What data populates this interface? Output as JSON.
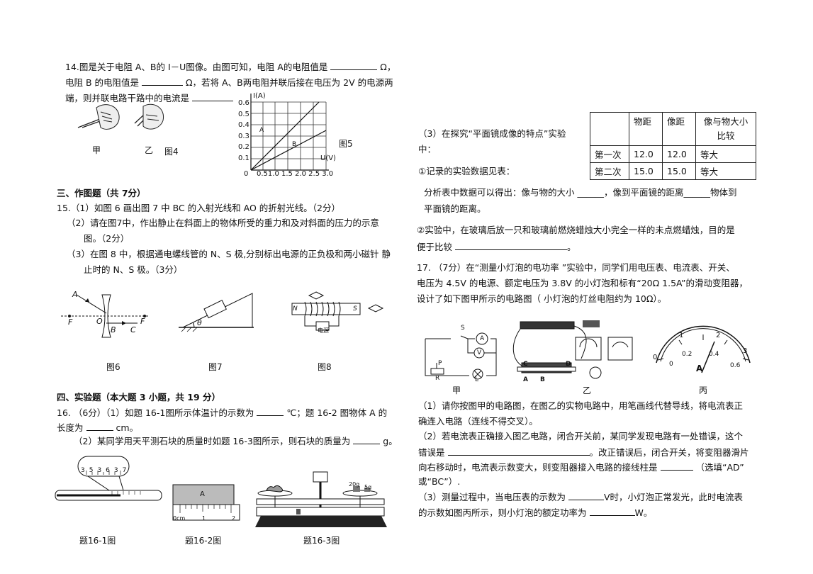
{
  "q14": {
    "line1": "14.图是关于电阻 A、B的 I－U图像。由图可知，电阻 A的电阻值是",
    "unit1": "Ω，",
    "line2": "电阻 B 的电阻值是",
    "line2b": "Ω，若将 A、B两电阻并联后接在电压为  2V 的电源两",
    "line3": "端，则并联电路干路中的电流是",
    "fig4_label_a": "甲",
    "fig4_label_b": "乙",
    "fig4_caption": "图4",
    "fig5_caption": "图5",
    "graph": {
      "ylabel": "I(A)",
      "xlabel": "U(V)",
      "yticks": [
        "0.6",
        "0.5",
        "0.4",
        "0.3",
        "0.2",
        "0.1"
      ],
      "origin": "0",
      "xticks": "0.51.0 1.5 2.0 2.5 3.0",
      "lineA": "A",
      "lineB": "B"
    }
  },
  "sec3": {
    "title": "三、作图题（共 7分）",
    "q15_1": "15.（1）如图 6 画出图 7 中 BC 的入射光线和 AO 的折射光线。（2分）",
    "q15_2a": "（2）请在图7中，作出静止在斜面上的物体所受的重力和及对斜面的压力的示意",
    "q15_2b": "图。（2分）",
    "q15_3a": "（3）在图 8 中，根据通电螺线管的 N、S 极,分别标出电源的正负极和两小磁针 静",
    "q15_3b": "止时的 N、S 极。（3分）",
    "fig6": {
      "A": "A",
      "F1": "F",
      "O": "O",
      "B": "B",
      "C": "C",
      "F2": "F",
      "caption": "图6"
    },
    "fig7": {
      "theta": "θ",
      "caption": "图7"
    },
    "fig8": {
      "N": "N",
      "S": "S",
      "source": "电源",
      "caption": "图8"
    }
  },
  "sec4": {
    "title": "四、实验题（本大题 3 小题，共 19 分）",
    "q16_1a": "16. （6分）（1）如题 16-1图所示体温计的示数为",
    "q16_1b": "℃；题 16-2 图物体 A 的",
    "q16_1c": "长度为",
    "q16_1d": "cm。",
    "q16_2": "（2）某同学用天平测石块的质量时如题  16-3图所示，则石块的质量为",
    "q16_2unit": "g。",
    "therm_ticks": [
      "35",
      "36",
      "37"
    ],
    "ruler_ticks": [
      "0cm",
      "1",
      "2"
    ],
    "ruler_obj": "A",
    "weights": [
      "20g",
      "5g"
    ],
    "cap1": "题16-1图",
    "cap2": "题16-2图",
    "cap3": "题16-3图"
  },
  "right": {
    "q3a": "（3）在探究“平面镜成像的特点”实验",
    "q3b": "中：",
    "q3c": "①记录的实验数据见表：",
    "table": {
      "headers": [
        "",
        "物距",
        "像距",
        "像与物大小比较"
      ],
      "rows": [
        [
          "第一次",
          "12.0",
          "12.0",
          "等大"
        ],
        [
          "第二次",
          "15.0",
          "15.0",
          "等大"
        ]
      ]
    },
    "analysis1": "分析表中数据可以得出：像与物的大小 ______，像到平面镜的距离______物体到",
    "analysis2": "平面镜的距离。",
    "q3d": "②实验中，在玻璃后放一只和玻璃前燃烧蜡烛大小完全一样的未点燃蜡烛，目的是",
    "q3e": "便于比较",
    "q17a": "17. （7分）在“测量小灯泡的电功率 ”实验中，同学们用电压表、电流表、开关、",
    "q17b": "电压为 4.5V 的电源、额定电压为 3.8V 的小灯泡和标有“20Ω  1.5A”的滑动变阻器，",
    "q17c": "设计了如下图甲所示的电路图（ 小灯泡的灯丝电阻约为 10Ω）。",
    "circuit": {
      "S": "S",
      "A": "A",
      "V": "V",
      "P": "P",
      "R": "R",
      "L": "L",
      "cap_a": "甲",
      "cap_b": "乙",
      "cap_c": "丙",
      "C": "C",
      "D": "D",
      "Ar": "A",
      "Br": "B",
      "meter_ticks_top": [
        "1",
        "2"
      ],
      "meter_ticks_bot": [
        "0",
        "0.2",
        "0.4",
        "0.6"
      ],
      "meter_left": "0",
      "meter_right": "3",
      "meter_unit": "A"
    },
    "p1a": "（1）请你按图甲的电路图，在图乙的实物电路中，用笔画线代替导线，将电流表正",
    "p1b": "确连入电路（连线不得交叉）。",
    "p2a": "（2）若电流表正确接入图乙电路，闭合开关前，某同学发现电路有一处错误，这个",
    "p2b": "错误是",
    "p2c": "。改正错误后，闭合开关，将变阻器滑片",
    "p2d": "向右移动时，电流表示数变大，则变阻器接入电路的接线柱是",
    "p2e": "（选填“AD”",
    "p2f": "或“BC”）.",
    "p3a": "（3）测量过程中，当电压表的示数为",
    "p3b": "V时，小灯泡正常发光，此时电流表",
    "p3c": "的示数如图丙所示，则小灯泡的额定功率为",
    "p3d": "W。"
  }
}
